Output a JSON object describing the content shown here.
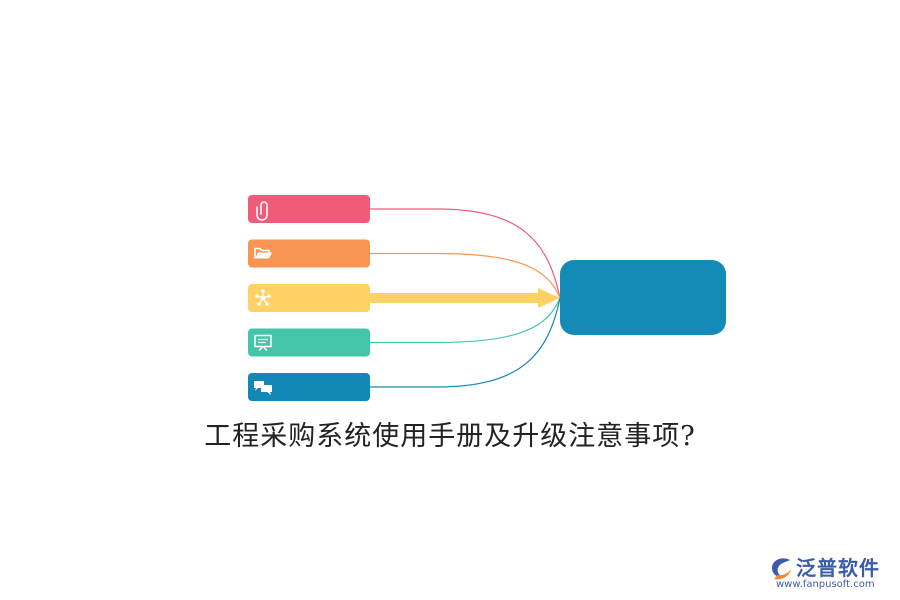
{
  "diagram": {
    "type": "mind-map",
    "hub": {
      "color": "#138bb6",
      "label": ""
    },
    "branches": [
      {
        "icon": "paperclip-icon",
        "color": "#f05b7a",
        "label": ""
      },
      {
        "icon": "folder-icon",
        "color": "#f99552",
        "label": ""
      },
      {
        "icon": "network-icon",
        "color": "#fed164",
        "label": "",
        "highlighted": true
      },
      {
        "icon": "presentation-icon",
        "color": "#44c5aa",
        "label": ""
      },
      {
        "icon": "chat-icon",
        "color": "#1288b4",
        "label": ""
      }
    ]
  },
  "title": "工程采购系统使用手册及升级注意事项?",
  "logo": {
    "name": "泛普软件",
    "url": "www.fanpusoft.com",
    "colors": {
      "blue": "#3b5ca8",
      "orange": "#f08a2c"
    }
  }
}
